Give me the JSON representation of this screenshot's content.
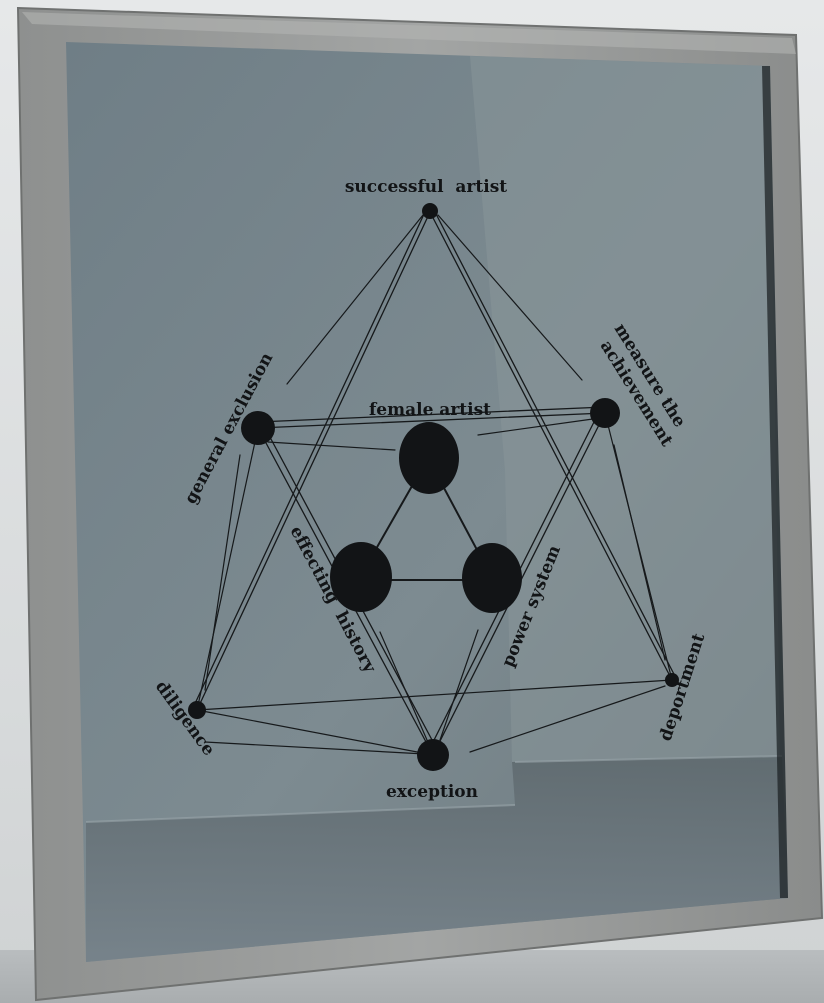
{
  "artwork": {
    "labels": {
      "top": "successful  artist",
      "center": "female artist",
      "upper_left": "general exclusion",
      "upper_right_line1": "measure the",
      "upper_right_line2": "achievement",
      "inner_left": "effecting  history",
      "inner_right": "power system",
      "lower_left": "diligence",
      "lower_right": "deportment",
      "bottom": "exception"
    },
    "colors": {
      "frame": "#9a9c9b",
      "glass": "#7d8a90",
      "ink": "#121416"
    }
  }
}
